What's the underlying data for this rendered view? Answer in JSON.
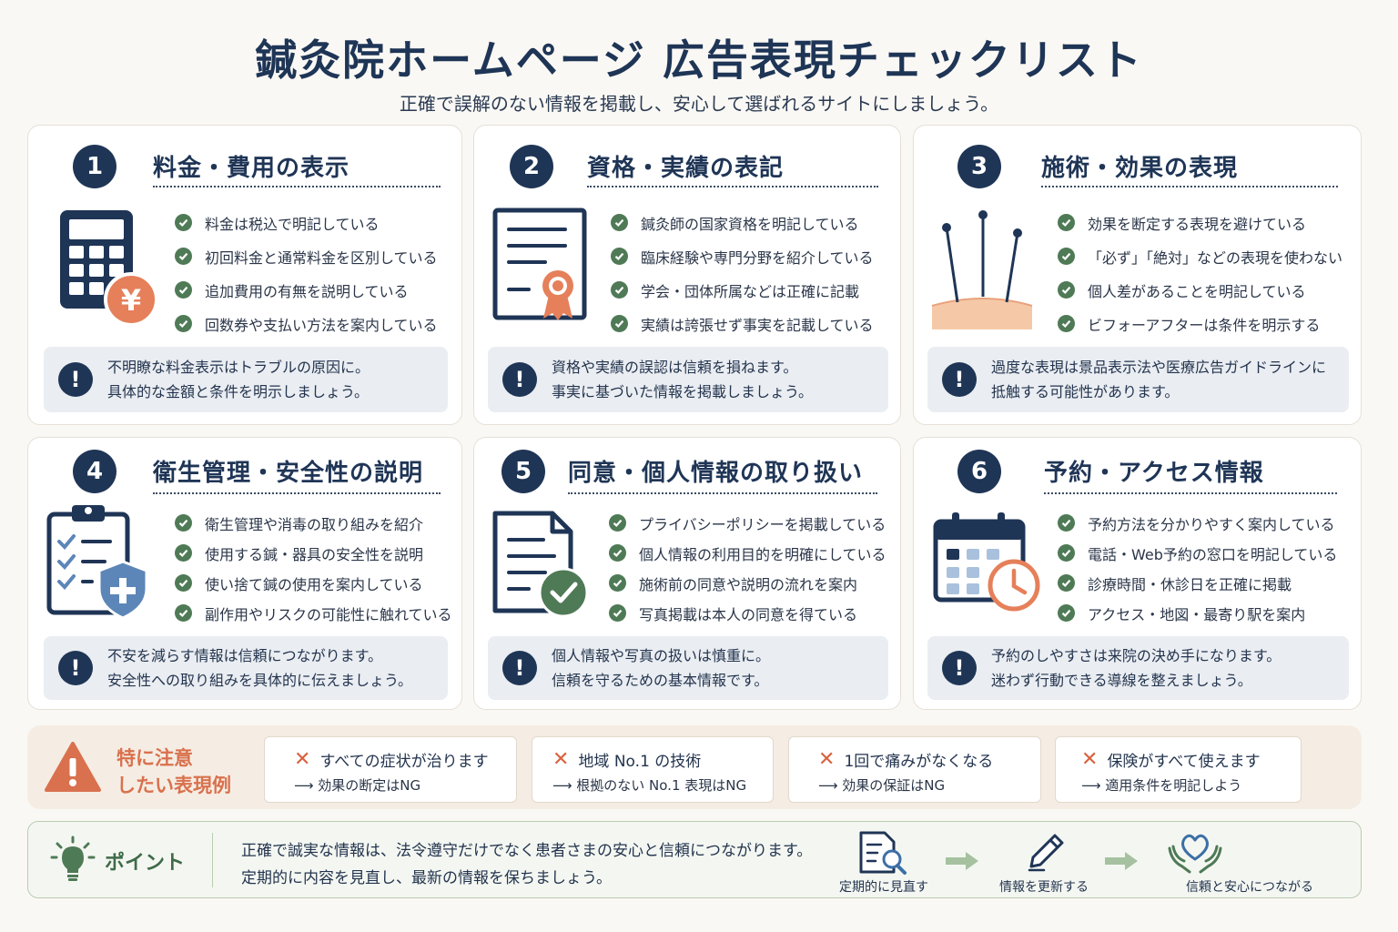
{
  "header": {
    "title": "鍼灸院ホームページ 広告表現チェックリスト",
    "subtitle": "正確で誤解のない情報を掲載し、安心して選ばれるサイトにしましょう。"
  },
  "cards": [
    {
      "number": "1",
      "title": "料金・費用の表示",
      "icon": "calculator-yen-icon",
      "items": [
        "料金は税込で明記している",
        "初回料金と通常料金を区別している",
        "追加費用の有無を説明している",
        "回数券や支払い方法を案内している"
      ],
      "note": [
        "不明瞭な料金表示はトラブルの原因に。",
        "具体的な金額と条件を明示しましょう。"
      ]
    },
    {
      "number": "2",
      "title": "資格・実績の表記",
      "icon": "certificate-icon",
      "items": [
        "鍼灸師の国家資格を明記している",
        "臨床経験や専門分野を紹介している",
        "学会・団体所属などは正確に記載",
        "実績は誇張せず事実を記載している"
      ],
      "note": [
        "資格や実績の誤認は信頼を損ねます。",
        "事実に基づいた情報を掲載しましょう。"
      ]
    },
    {
      "number": "3",
      "title": "施術・効果の表現",
      "icon": "acupuncture-needles-icon",
      "items": [
        "効果を断定する表現を避けている",
        "「必ず」「絶対」などの表現を使わない",
        "個人差があることを明記している",
        "ビフォーアフターは条件を明示する"
      ],
      "note": [
        "過度な表現は景品表示法や医療広告ガイドラインに",
        "抵触する可能性があります。"
      ]
    },
    {
      "number": "4",
      "title": "衛生管理・安全性の説明",
      "icon": "clipboard-shield-icon",
      "items": [
        "衛生管理や消毒の取り組みを紹介",
        "使用する鍼・器具の安全性を説明",
        "使い捨て鍼の使用を案内している",
        "副作用やリスクの可能性に触れている"
      ],
      "note": [
        "不安を減らす情報は信頼につながります。",
        "安全性への取り組みを具体的に伝えましょう。"
      ]
    },
    {
      "number": "5",
      "title": "同意・個人情報の取り扱い",
      "icon": "document-check-icon",
      "items": [
        "プライバシーポリシーを掲載している",
        "個人情報の利用目的を明確にしている",
        "施術前の同意や説明の流れを案内",
        "写真掲載は本人の同意を得ている"
      ],
      "note": [
        "個人情報や写真の扱いは慎重に。",
        "信頼を守るための基本情報です。"
      ]
    },
    {
      "number": "6",
      "title": "予約・アクセス情報",
      "icon": "calendar-clock-icon",
      "items": [
        "予約方法を分かりやすく案内している",
        "電話・Web予約の窓口を明記している",
        "診療時間・休診日を正確に掲載",
        "アクセス・地図・最寄り駅を案内"
      ],
      "note": [
        "予約のしやすさは来院の決め手になります。",
        "迷わず行動できる導線を整えましょう。"
      ]
    }
  ],
  "caution": {
    "title": [
      "特に注意",
      "したい表現例"
    ],
    "examples": [
      {
        "bad": "すべての症状が治ります",
        "reason": "⟶ 効果の断定はNG"
      },
      {
        "bad": "地域 No.1 の技術",
        "reason": "⟶ 根拠のない No.1 表現はNG"
      },
      {
        "bad": "1回で痛みがなくなる",
        "reason": "⟶ 効果の保証はNG"
      },
      {
        "bad": "保険がすべて使えます",
        "reason": "⟶ 適用条件を明記しよう"
      }
    ]
  },
  "point": {
    "label": "ポイント",
    "text": [
      "正確で誠実な情報は、法令遵守だけでなく患者さまの安心と信頼につながります。",
      "定期的に内容を見直し、最新の情報を保ちましょう。"
    ],
    "steps": [
      "定期的に見直す",
      "情報を更新する",
      "信頼と安心につながる"
    ]
  },
  "colors": {
    "navy": "#1f3556",
    "green": "#4f7a56",
    "orange": "#d9714e",
    "page": "#faf8f4"
  }
}
